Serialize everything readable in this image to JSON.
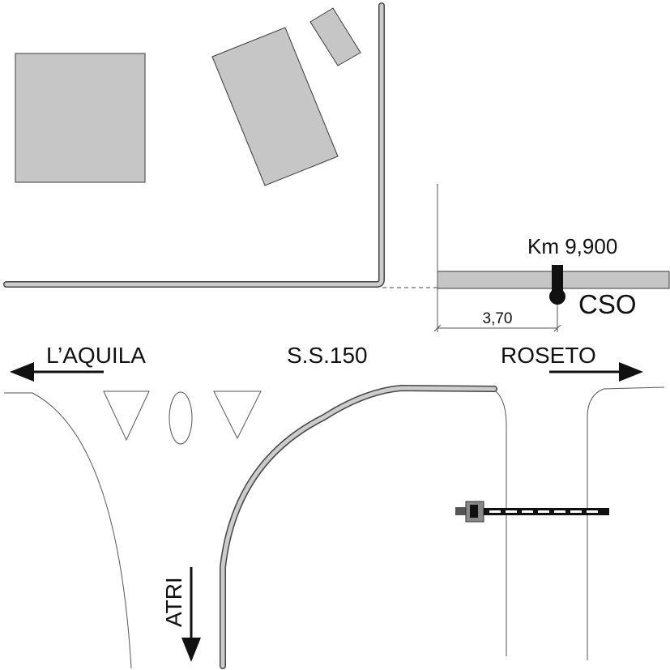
{
  "labels": {
    "km": "Km 9,900",
    "cso": "CSO",
    "distance": "3,70",
    "west": "L’AQUILA",
    "road": "S.S.150",
    "east": "ROSETO",
    "south": "ATRI"
  },
  "colors": {
    "building": "#c6c6c6",
    "outline": "#3a3a3a",
    "line": "#555555",
    "text": "#111111",
    "marker": "#111111"
  },
  "icons": {
    "cso_marker": "manhole-pin-icon",
    "level_crossing": "barrier-gate-icon",
    "arrows": "arrow-icon"
  }
}
